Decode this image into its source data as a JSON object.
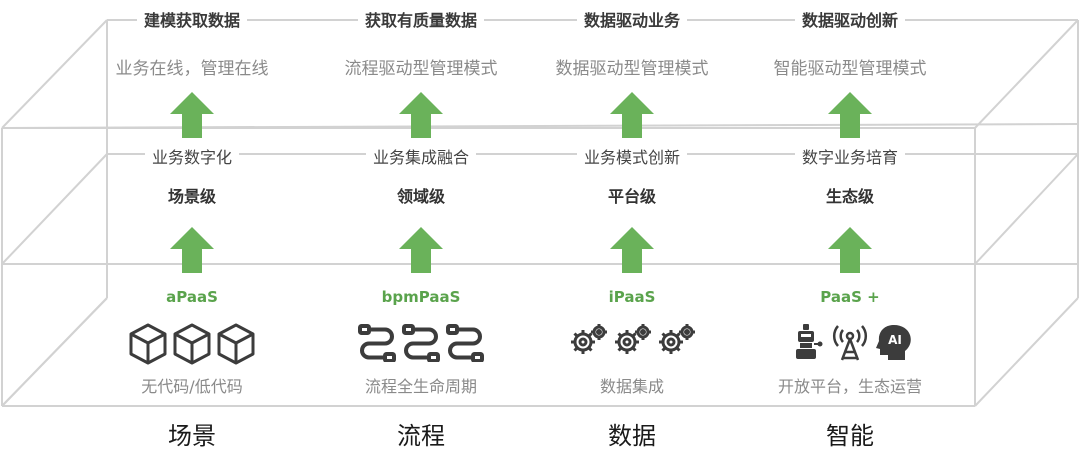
{
  "columns": [
    {
      "top_label": "建模获取数据",
      "mode": "业务在线，管理在线",
      "mid_label": "业务数字化",
      "level": "场景级",
      "paas": "aPaaS",
      "caption": "无代码/低代码",
      "bottom_label": "场景",
      "icons": [
        "cube-icon",
        "cube-icon",
        "cube-icon"
      ]
    },
    {
      "top_label": "获取有质量数据",
      "mode": "流程驱动型管理模式",
      "mid_label": "业务集成融合",
      "level": "领域级",
      "paas": "bpmPaaS",
      "caption": "流程全生命周期",
      "bottom_label": "流程",
      "icons": [
        "flow-path-icon",
        "flow-path-icon",
        "flow-path-icon"
      ]
    },
    {
      "top_label": "数据驱动业务",
      "mode": "数据驱动型管理模式",
      "mid_label": "业务模式创新",
      "level": "平台级",
      "paas": "iPaaS",
      "caption": "数据集成",
      "bottom_label": "数据",
      "icons": [
        "gears-icon",
        "gears-icon",
        "gears-icon"
      ]
    },
    {
      "top_label": "数据驱动创新",
      "mode": "智能驱动型管理模式",
      "mid_label": "数字业务培育",
      "level": "生态级",
      "paas": "PaaS +",
      "caption": "开放平台，生态运营",
      "bottom_label": "智能",
      "icons": [
        "robot-icon",
        "antenna-icon",
        "ai-head-icon"
      ],
      "ai_text": "AI"
    }
  ],
  "colors": {
    "arrow": "#6ab25a",
    "paas": "#5aa34c",
    "frame": "#cfcfcf",
    "icon": "#3c3c3c"
  }
}
